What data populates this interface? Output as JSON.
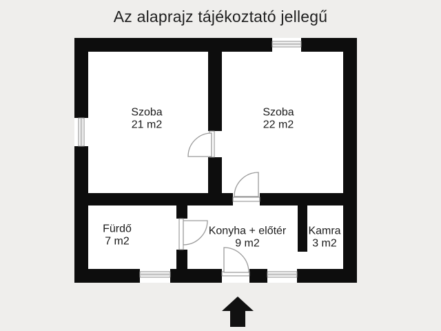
{
  "title": "Az alaprajz tájékoztató jellegű",
  "plan": {
    "rooms": [
      {
        "id": "szoba-21",
        "name": "Szoba",
        "area": "21 m2"
      },
      {
        "id": "szoba-22",
        "name": "Szoba",
        "area": "22 m2"
      },
      {
        "id": "furdo",
        "name": "Fürdő",
        "area": "7 m2"
      },
      {
        "id": "konyha-eloter",
        "name": "Konyha + előtér",
        "area": "9 m2"
      },
      {
        "id": "kamra",
        "name": "Kamra",
        "area": "3 m2"
      }
    ],
    "icons": {
      "entrance_arrow": "up-arrow",
      "door_swing": "quarter-circle-arc",
      "window": "double-line-opening"
    },
    "colors": {
      "page_background": "#efeeec",
      "wall": "#0d0d0d",
      "floor": "#ffffff",
      "text": "#1b1b1b",
      "fixture_line": "#999999"
    }
  }
}
